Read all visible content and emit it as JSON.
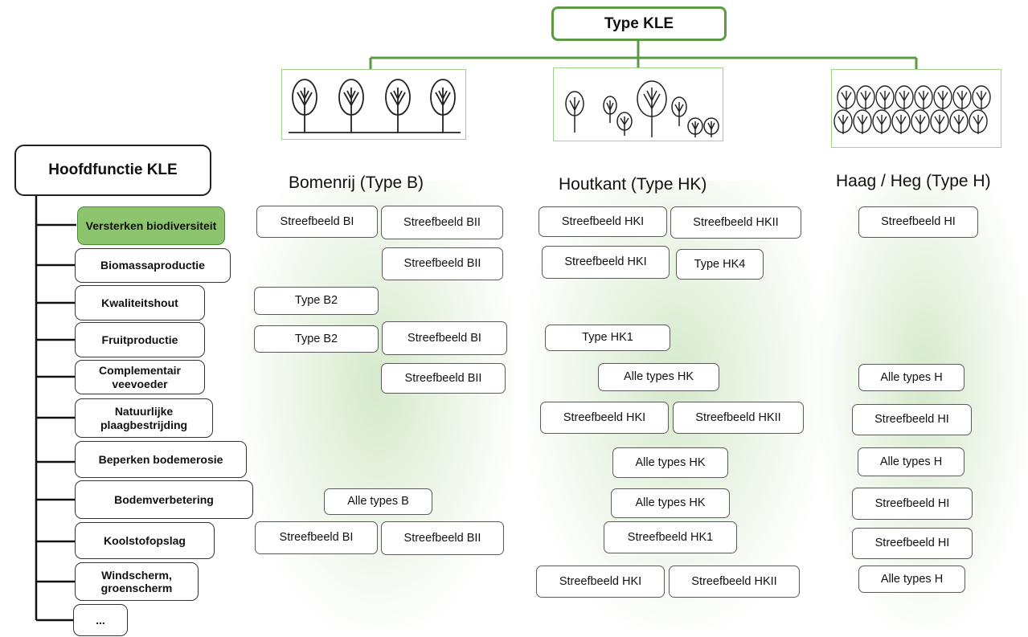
{
  "top": {
    "title": "Type KLE"
  },
  "left_title": "Hoofdfunctie KLE",
  "columns": [
    {
      "title": "Bomenrij (Type B)"
    },
    {
      "title": "Houtkant (Type HK)"
    },
    {
      "title": "Haag / Heg (Type H)"
    }
  ],
  "functions": [
    {
      "label": "Versterken biodiversiteit",
      "highlighted": true
    },
    {
      "label": "Biomassaproductie"
    },
    {
      "label": "Kwaliteitshout"
    },
    {
      "label": "Fruitproductie"
    },
    {
      "label": "Complementair veevoeder"
    },
    {
      "label": "Natuurlijke plaagbestrijding"
    },
    {
      "label": "Beperken bodemerosie"
    },
    {
      "label": "Bodemverbetering"
    },
    {
      "label": "Koolstofopslag"
    },
    {
      "label": "Windscherm, groenscherm"
    },
    {
      "label": "..."
    }
  ],
  "cells": {
    "b": [
      [
        "Streefbeeld BI",
        "Streefbeeld BII"
      ],
      [
        "Streefbeeld BII"
      ],
      [
        "Type B2"
      ],
      [
        "Type B2",
        "Streefbeeld BI"
      ],
      [
        "Streefbeeld BII"
      ],
      [
        "Alle types B"
      ],
      [
        "Streefbeeld BI",
        "Streefbeeld BII"
      ]
    ],
    "hk": [
      [
        "Streefbeeld HKI",
        "Streefbeeld HKII"
      ],
      [
        "Streefbeeld HKI",
        "Type HK4"
      ],
      [
        "Type HK1"
      ],
      [
        "Alle types HK"
      ],
      [
        "Streefbeeld HKI",
        "Streefbeeld HKII"
      ],
      [
        "Alle types HK"
      ],
      [
        "Alle types HK"
      ],
      [
        "Streefbeeld HK1"
      ],
      [
        "Streefbeeld HKI",
        "Streefbeeld HKII"
      ]
    ],
    "h": [
      "Streefbeeld HI",
      "Alle types H",
      "Streefbeeld HI",
      "Alle types H",
      "Streefbeeld HI",
      "Streefbeeld HI",
      "Alle types H"
    ]
  },
  "colors": {
    "green_line": "#5c9a44",
    "highlight": "#8cc56e",
    "glow": "#dcecd2"
  }
}
